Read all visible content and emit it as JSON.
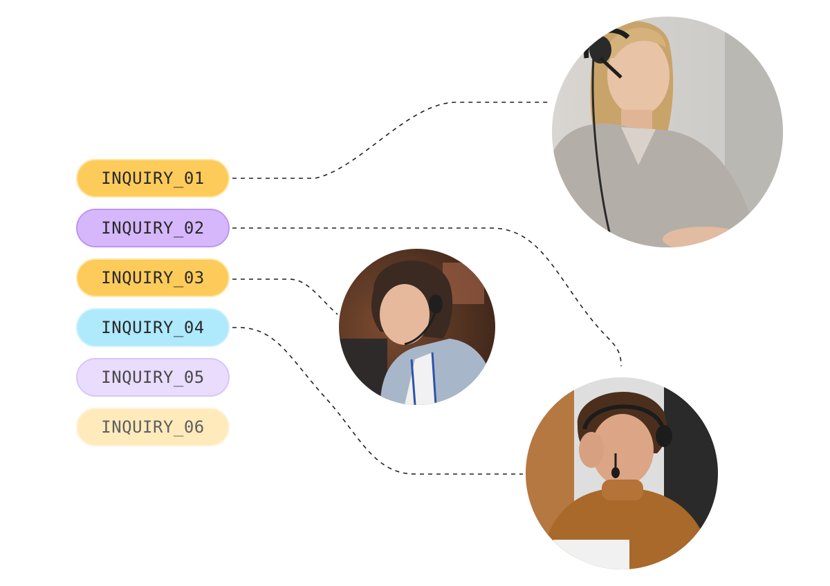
{
  "inquiries": [
    {
      "label": "INQUIRY_01",
      "color": "#FDCB5A",
      "border": "#FFE7A6",
      "opacity": 1
    },
    {
      "label": "INQUIRY_02",
      "color": "#D6B7FC",
      "border": "#BD94F5",
      "opacity": 1
    },
    {
      "label": "INQUIRY_03",
      "color": "#FDCB5A",
      "border": "#FFE7A6",
      "opacity": 1
    },
    {
      "label": "INQUIRY_04",
      "color": "#AEE9FC",
      "border": "#C9F1FD",
      "opacity": 1
    },
    {
      "label": "INQUIRY_05",
      "color": "#E6D6FD",
      "border": "#D2BBFA",
      "opacity": 0.85
    },
    {
      "label": "INQUIRY_06",
      "color": "#FFE4A6",
      "border": "#FFF0CC",
      "opacity": 0.75
    }
  ],
  "agents": [
    {
      "name": "agent-woman-headset",
      "icon": "photo-agent-1"
    },
    {
      "name": "agent-woman-cardigan",
      "icon": "photo-agent-2"
    },
    {
      "name": "agent-man-sweater",
      "icon": "photo-agent-3"
    }
  ],
  "connections": [
    {
      "from": "INQUIRY_01",
      "to": "agent-woman-headset"
    },
    {
      "from": "INQUIRY_02",
      "to": "agent-man-sweater"
    },
    {
      "from": "INQUIRY_03",
      "to": "agent-woman-cardigan"
    },
    {
      "from": "INQUIRY_04",
      "to": "agent-man-sweater"
    }
  ],
  "colors": {
    "connector": "#1F1F1F",
    "text": "#2A2A2A",
    "background": "#FFFFFF"
  }
}
